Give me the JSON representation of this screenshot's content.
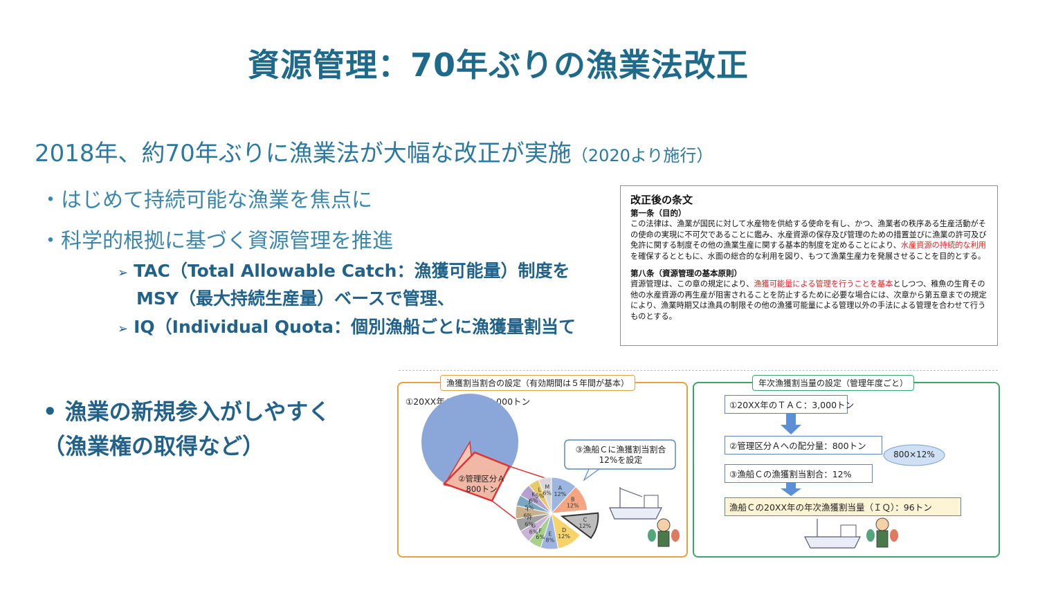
{
  "title": "資源管理：70年ぶりの漁業法改正",
  "headline": {
    "main": "2018年、約70年ぶりに漁業法が大幅な改正が実施",
    "note": "（2020より施行）"
  },
  "bullets": [
    "・はじめて持続可能な漁業を焦点に",
    "・科学的根拠に基づく資源管理を推進"
  ],
  "sub_bullets": {
    "tac": "TAC（Total Allowable Catch：漁獲可能量）制度を",
    "tac_cont": "MSY（最大持続生産量）ベースで管理、",
    "iq": "IQ（Individual Quota：個別漁船ごとに漁獲量割当て"
  },
  "entry": {
    "line1": "•  漁業の新規参入がしやすく",
    "line2": "（漁業権の取得など）"
  },
  "law": {
    "title": "改正後の条文",
    "art1_heading": "第一条（目的）",
    "art1_a": "この法律は、漁業が国民に対して水産物を供給する使命を有し、かつ、漁業者の秩序ある生産活動がその使命の実現に不可欠であることに鑑み、水産資源の保存及び管理のための措置並びに漁業の許可及び免許に関する制度その他の漁業生産に関する基本的制度を定めることにより、",
    "art1_red": "水産資源の持続的な利用",
    "art1_b": "を確保するとともに、水面の総合的な利用を図り、もつて漁業生産力を発展させることを目的とする。",
    "art8_heading": "第八条（資源管理の基本原則）",
    "art8_a": "資源管理は、この章の規定により、",
    "art8_red": "漁獲可能量による管理を行うことを基本",
    "art8_b": "としつつ、稚魚の生育その他の水産資源の再生産が阻害されることを防止するために必要な場合には、次章から第五章までの規定により、漁業時期又は漁具の制限その他の漁獲可能量による管理以外の手法による管理を合わせて行うものとする。"
  },
  "figure": {
    "left_title": "漁獲割当割合の設定（有効期間は５年間が基本）",
    "tac_line": "①20XX年のＴＡＣ：3,000トン",
    "zone_label": "②管理区分Ａ",
    "zone_amount": "800トン",
    "callout_line1": "③漁船Ｃに漁獲割当割合",
    "callout_line2": "12%を設定",
    "right_title": "年次漁獲割当量の設定（管理年度ごと）",
    "step1": "①20XX年のＴＡＣ：3,000トン",
    "step2": "②管理区分Ａへの配分量：800トン",
    "step3": "③漁船Ｃの漁獲割当割合：12%",
    "step4": "漁船Ｃの20XX年の年次漁獲割当量（ＩＱ）：96トン",
    "formula": "800×12%"
  },
  "chart_data": {
    "type": "pie",
    "title": "",
    "categories": [
      "A",
      "B",
      "C",
      "D",
      "E",
      "F",
      "G",
      "H",
      "I",
      "J",
      "K",
      "L",
      "M"
    ],
    "labels": [
      "A 12%",
      "B 12%",
      "C 12%",
      "D 12%",
      "E 8%",
      "F 6%",
      "G 6%",
      "H 6%",
      "I 6%",
      "J 5%",
      "K 6%",
      "L 5%",
      "M 6%"
    ],
    "values": [
      12,
      12,
      12,
      12,
      8,
      6,
      6,
      6,
      6,
      5,
      6,
      5,
      6
    ],
    "highlight": "C",
    "colors": [
      "#9db6e0",
      "#f4a582",
      "#bdbdbd",
      "#f7d36b",
      "#9fb3e0",
      "#a8d08d",
      "#c9b3d6",
      "#a0a0a0",
      "#c8b08a",
      "#7aa6c2",
      "#b5a0cf",
      "#e7c96a",
      "#d8d8d8"
    ]
  }
}
